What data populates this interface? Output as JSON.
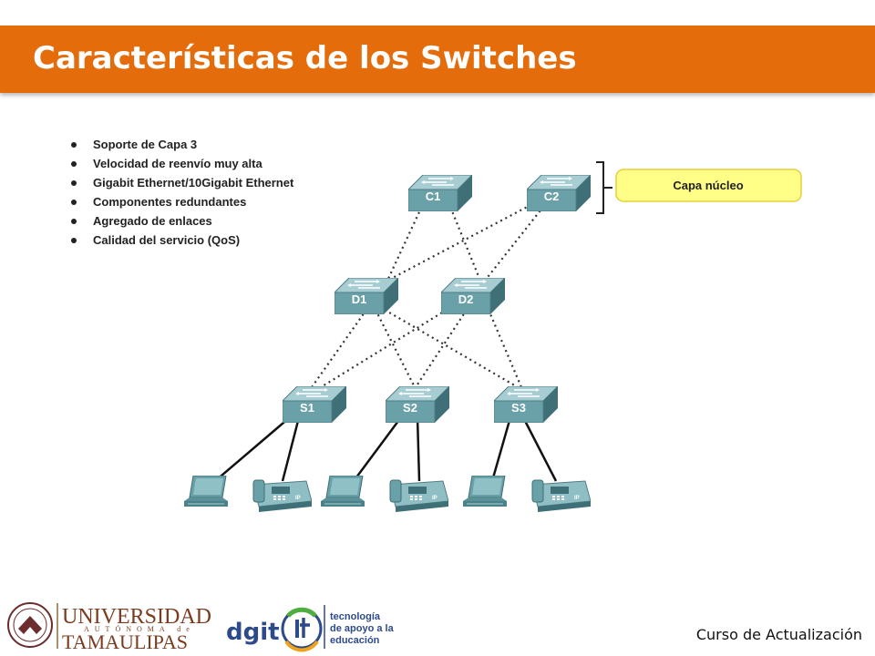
{
  "header": {
    "title": "Características de los Switches"
  },
  "features": [
    "Soporte de Capa 3",
    "Velocidad de reenvío muy alta",
    "Gigabit Ethernet/10Gigabit Ethernet",
    "Componentes redundantes",
    "Agregado de enlaces",
    "Calidad del servicio (QoS)"
  ],
  "diagram": {
    "layer_label": "Capa núcleo",
    "core_switches": [
      "C1",
      "C2"
    ],
    "distribution_switches": [
      "D1",
      "D2"
    ],
    "access_switches": [
      "S1",
      "S2",
      "S3"
    ]
  },
  "colors": {
    "title_bar": "#e46c0a",
    "layer_callout": "#ffff88",
    "switch": "#6aa1a8"
  },
  "footer": {
    "university_line1": "UNIVERSIDAD",
    "university_line2": "AUTÓNOMA de",
    "university_line3": "TAMAULIPAS",
    "dgit_logo": "dgit",
    "dgit_line1": "tecnología",
    "dgit_line2": "de apoyo a la",
    "dgit_line3": "educación",
    "course": "Curso de Actualización"
  }
}
